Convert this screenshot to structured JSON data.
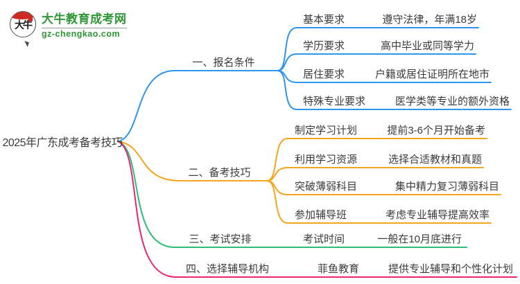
{
  "logo": {
    "badge_text": "大牛",
    "site_name": "大牛教育成考网",
    "site_url": "gz-chengkao.com"
  },
  "colors": {
    "branch1": "#2e95f0",
    "branch2": "#f5a51d",
    "branch3": "#2dbe76",
    "branch4": "#ee2374",
    "logo_green": "#2f9636",
    "logo_red": "#ce2a21",
    "text": "#3b3b3b"
  },
  "central_topic": "2025年广东成考备考技巧",
  "branches": [
    {
      "label": "一、报名条件",
      "children": [
        {
          "label": "基本要求",
          "value": "遵守法律，年满18岁"
        },
        {
          "label": "学历要求",
          "value": "高中毕业或同等学力"
        },
        {
          "label": "居住要求",
          "value": "户籍或居住证明所在地市"
        },
        {
          "label": "特殊专业要求",
          "value": "医学类等专业的额外资格"
        }
      ]
    },
    {
      "label": "二、备考技巧",
      "children": [
        {
          "label": "制定学习计划",
          "value": "提前3-6个月开始备考"
        },
        {
          "label": "利用学习资源",
          "value": "选择合适教材和真题"
        },
        {
          "label": "突破薄弱科目",
          "value": "集中精力复习薄弱科目"
        },
        {
          "label": "参加辅导班",
          "value": "考虑专业辅导提高效率"
        }
      ]
    },
    {
      "label": "三、考试安排",
      "children": [
        {
          "label": "考试时间",
          "value": "一般在10月底进行"
        }
      ]
    },
    {
      "label": "四、选择辅导机构",
      "children": [
        {
          "label": "菲鱼教育",
          "value": "提供专业辅导和个性化计划"
        }
      ]
    }
  ]
}
